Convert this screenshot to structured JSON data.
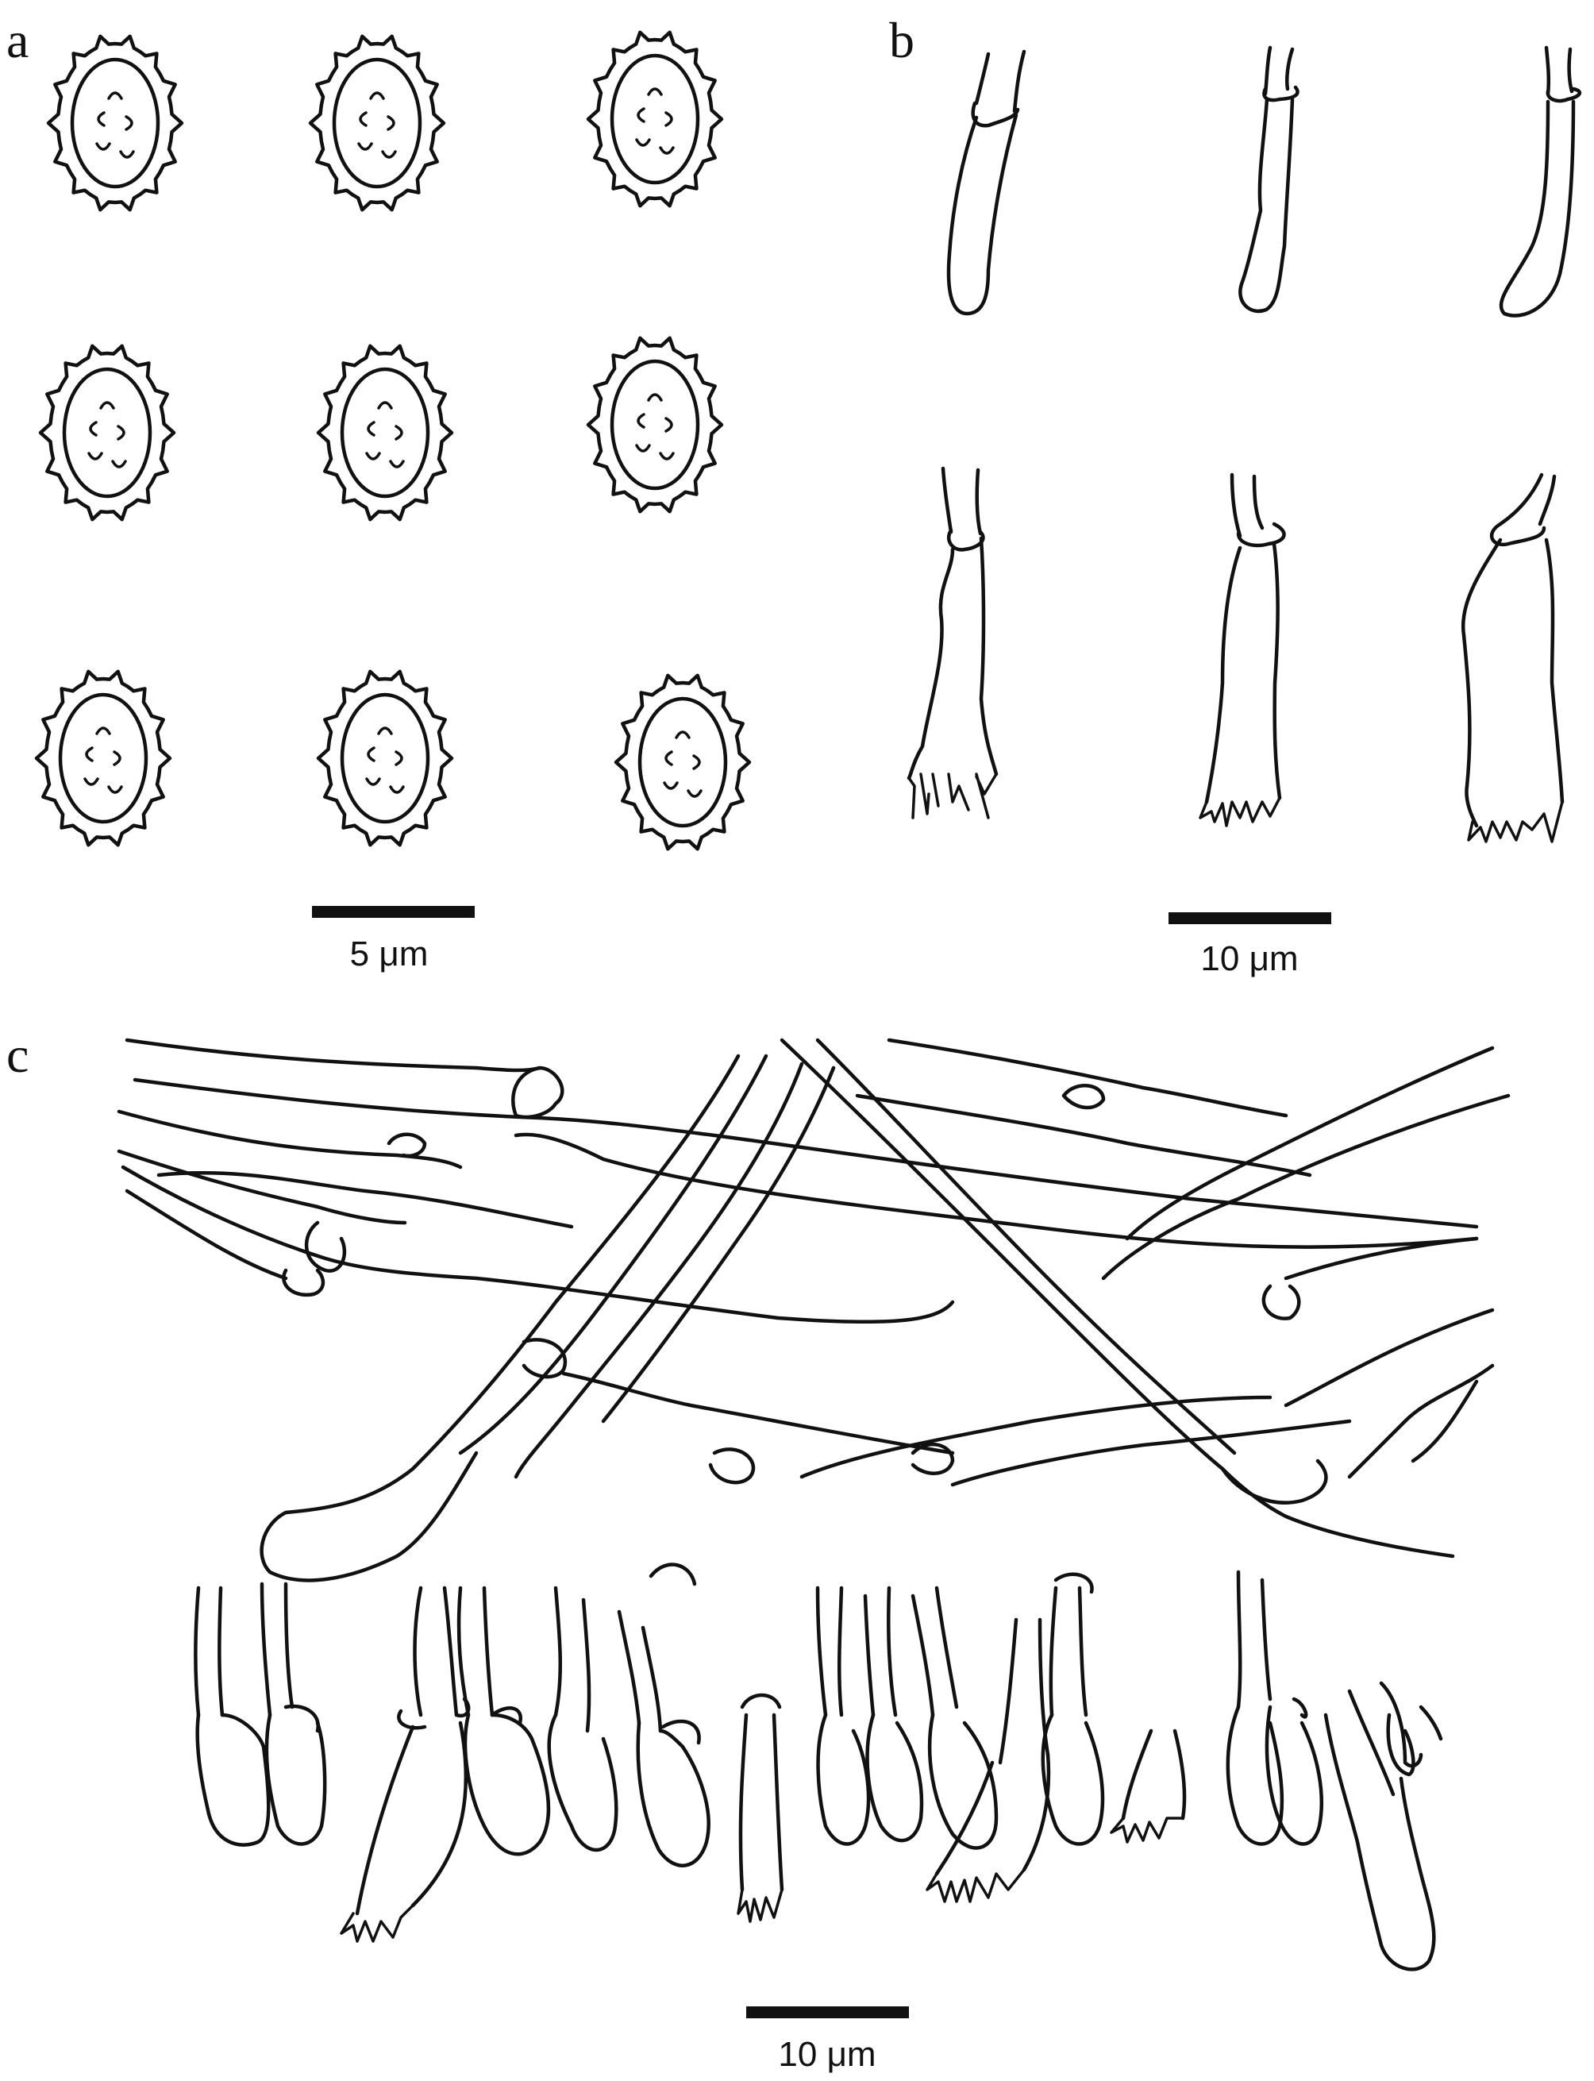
{
  "panels": {
    "a": {
      "label": "a",
      "scale_label": "5 μm"
    },
    "b": {
      "label": "b",
      "scale_label": "10 μm"
    },
    "c": {
      "label": "c",
      "scale_label": "10 μm"
    }
  }
}
